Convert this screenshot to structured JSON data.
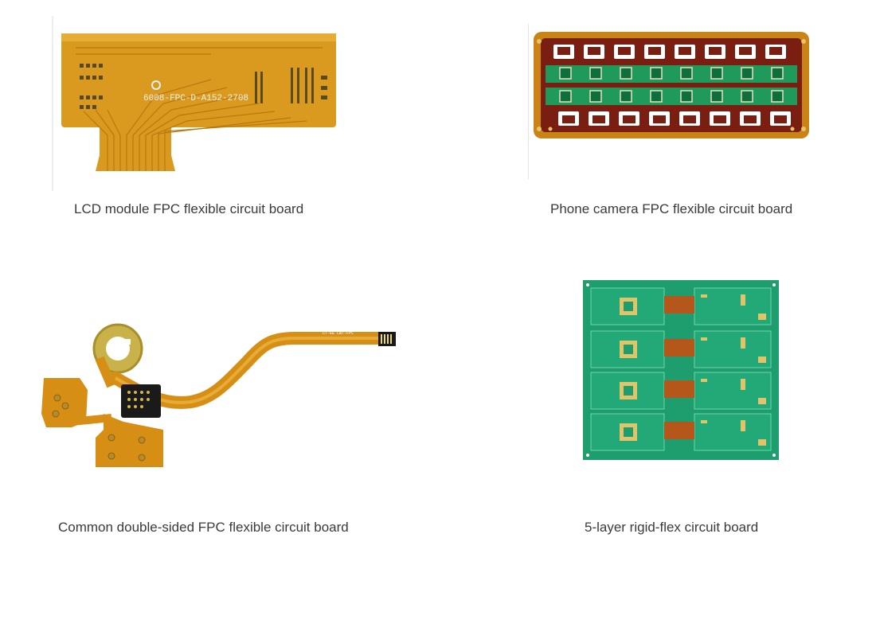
{
  "products": [
    {
      "caption": "LCD module FPC flexible circuit board",
      "board_marking": "6008-FPC-D-A152-2708",
      "image_icon": "lcd-fpc-board-image"
    },
    {
      "caption": "Phone camera FPC flexible circuit board",
      "image_icon": "camera-fpc-board-image"
    },
    {
      "caption": "Common double-sided FPC flexible circuit board",
      "image_icon": "double-sided-fpc-board-image"
    },
    {
      "caption": "5-layer rigid-flex circuit board",
      "image_icon": "rigid-flex-board-image"
    }
  ],
  "colors": {
    "polyimide": "#d89a1e",
    "polyimide_dark": "#b97812",
    "board_red": "#7a1f12",
    "solder_green": "#1f9a5a",
    "pcb_green": "#1e9e6e",
    "caption_text": "#3a3a3a"
  }
}
